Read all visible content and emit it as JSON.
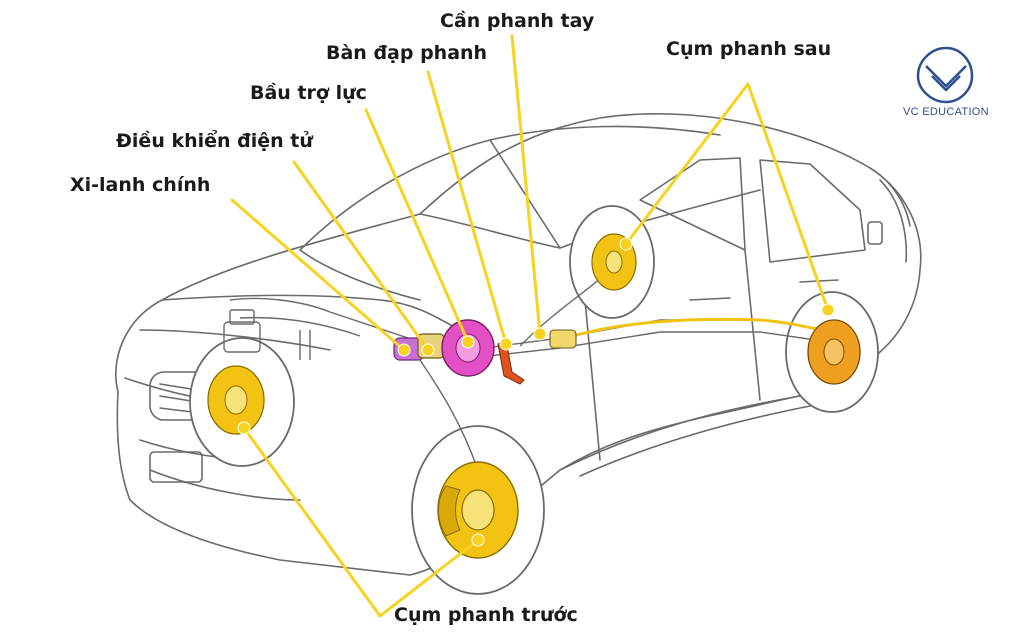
{
  "labels": {
    "hand_brake": "Cần phanh tay",
    "brake_pedal": "Bàn đạp phanh",
    "booster": "Bầu trợ lực",
    "ecu": "Điều khiển điện tử",
    "master_cylinder": "Xi-lanh chính",
    "rear_brake": "Cụm phanh sau",
    "front_brake": "Cụm phanh trước"
  },
  "logo": {
    "text": "VC EDUCATION"
  },
  "colors": {
    "leader_line": "#f7d21e",
    "brake_assembly": "#f2c313",
    "booster": "#e34fc4",
    "pedal": "#e0531f",
    "outline": "#6a6a6a",
    "logo": "#2e4f8f"
  }
}
